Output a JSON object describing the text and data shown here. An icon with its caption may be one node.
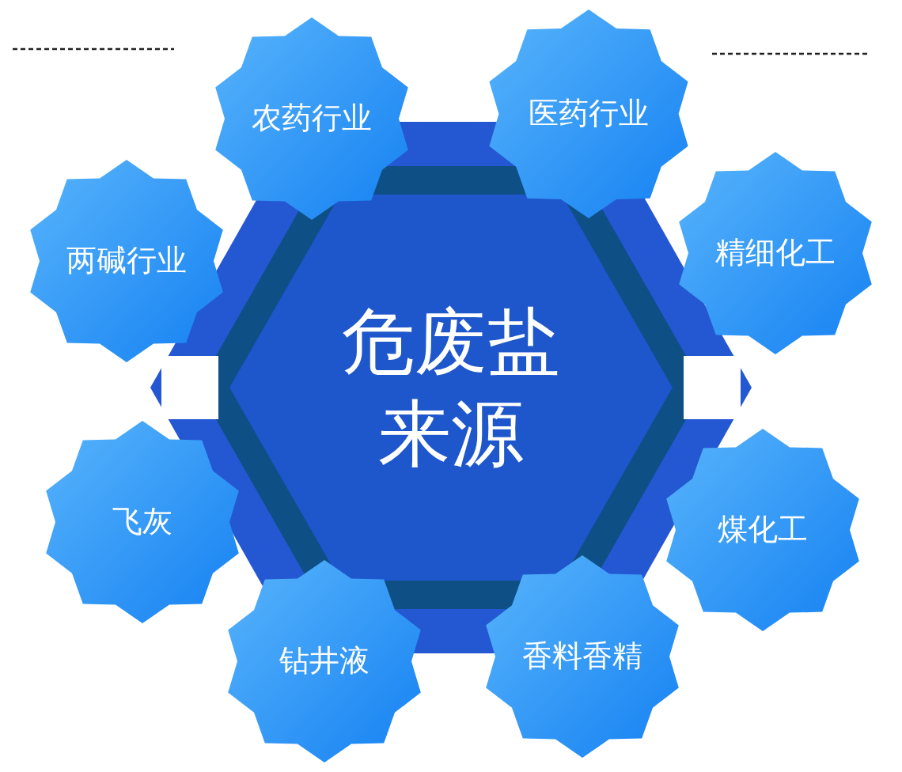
{
  "diagram": {
    "nodes": [
      {
        "text": [
          "危废盐来源"
        ]
      },
      {
        "text": [
          "农药行业"
        ]
      },
      {
        "text": [
          "医药行业"
        ]
      },
      {
        "text": [
          "两碱行业"
        ]
      },
      {
        "text": [
          "精细化工"
        ]
      },
      {
        "text": [
          "飞灰"
        ]
      },
      {
        "text": [
          "煤化工"
        ]
      },
      {
        "text": [
          "钻井液"
        ]
      },
      {
        "text": [
          "香料香精"
        ]
      }
    ]
  }
}
